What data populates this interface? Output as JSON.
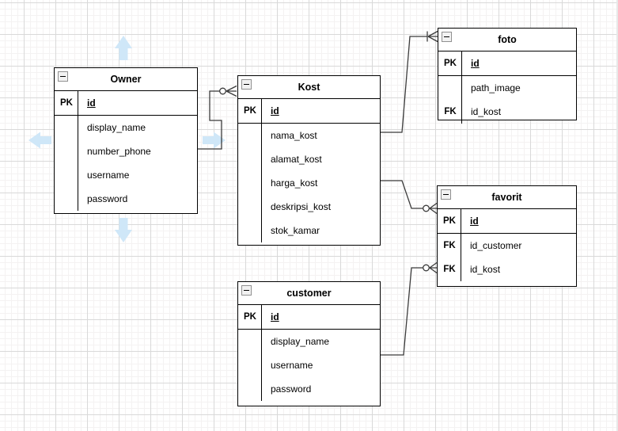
{
  "canvas": {
    "background": "#ffffff",
    "grid_major_color": "#d9d9d9",
    "grid_minor_color": "#f4f2f2"
  },
  "direction_arrows": {
    "color": "#cfe7f8",
    "items": [
      "up",
      "left",
      "down",
      "right"
    ]
  },
  "connector_color": "#3b3b3b",
  "tables": [
    {
      "name": "Owner",
      "collapse_icon": "minus",
      "rows": [
        {
          "key": "PK",
          "name": "id"
        },
        {
          "key": "",
          "name": "display_name"
        },
        {
          "key": "",
          "name": "number_phone"
        },
        {
          "key": "",
          "name": "username"
        },
        {
          "key": "",
          "name": "password"
        }
      ]
    },
    {
      "name": "Kost",
      "collapse_icon": "minus",
      "rows": [
        {
          "key": "PK",
          "name": "id"
        },
        {
          "key": "",
          "name": "nama_kost"
        },
        {
          "key": "",
          "name": "alamat_kost"
        },
        {
          "key": "",
          "name": "harga_kost"
        },
        {
          "key": "",
          "name": "deskripsi_kost"
        },
        {
          "key": "",
          "name": "stok_kamar"
        }
      ]
    },
    {
      "name": "foto",
      "collapse_icon": "minus",
      "rows": [
        {
          "key": "PK",
          "name": "id"
        },
        {
          "key": "",
          "name": "path_image"
        },
        {
          "key": "FK",
          "name": "id_kost"
        }
      ]
    },
    {
      "name": "favorit",
      "collapse_icon": "minus",
      "rows": [
        {
          "key": "PK",
          "name": "id"
        },
        {
          "key": "FK",
          "name": "id_customer"
        },
        {
          "key": "FK",
          "name": "id_kost"
        }
      ]
    },
    {
      "name": "customer",
      "collapse_icon": "minus",
      "rows": [
        {
          "key": "PK",
          "name": "id"
        },
        {
          "key": "",
          "name": "display_name"
        },
        {
          "key": "",
          "name": "username"
        },
        {
          "key": "",
          "name": "password"
        }
      ]
    }
  ],
  "relationships": [
    {
      "from": "Owner",
      "to": "Kost",
      "end_symbol": "zero-or-many"
    },
    {
      "from": "Kost",
      "to": "foto",
      "end_symbol": "one-or-many"
    },
    {
      "from": "Kost",
      "to": "favorit",
      "end_symbol": "zero-or-many"
    },
    {
      "from": "customer",
      "to": "favorit",
      "end_symbol": "zero-or-many"
    }
  ]
}
